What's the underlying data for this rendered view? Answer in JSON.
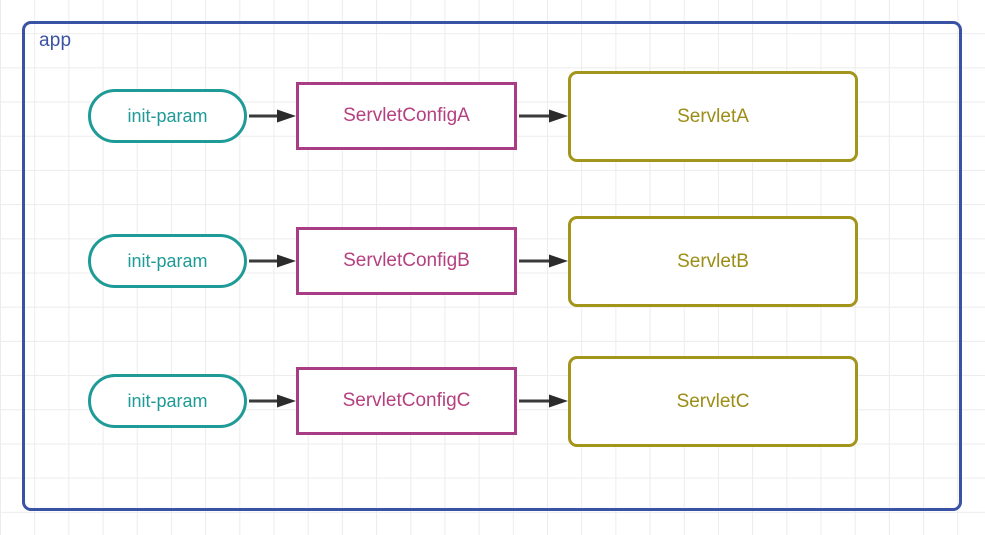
{
  "diagram": {
    "container": {
      "label": "app",
      "border_color": "#3a52a3"
    },
    "colors": {
      "container_blue": "#3a52a3",
      "init_param_teal": "#1f9b97",
      "servlet_config_magenta": "#a93d85",
      "servlet_olive": "#a3941a",
      "arrow_gray": "#3a3a3a",
      "grid_line": "#ececec",
      "background": "#ffffff"
    },
    "rows": [
      {
        "init_param": "init-param",
        "servlet_config": "ServletConfigA",
        "servlet": "ServletA"
      },
      {
        "init_param": "init-param",
        "servlet_config": "ServletConfigB",
        "servlet": "ServletB"
      },
      {
        "init_param": "init-param",
        "servlet_config": "ServletConfigC",
        "servlet": "ServletC"
      }
    ]
  }
}
